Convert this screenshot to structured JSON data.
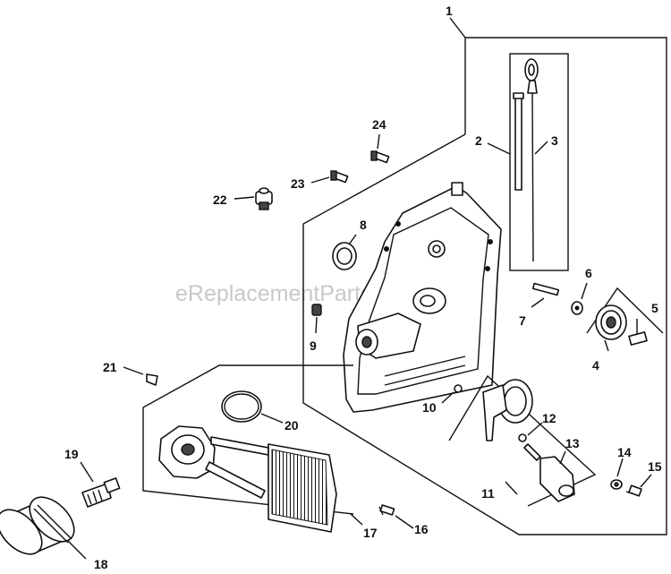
{
  "watermark": "eReplacementParts.com",
  "callouts": [
    "1",
    "2",
    "3",
    "4",
    "5",
    "6",
    "7",
    "8",
    "9",
    "10",
    "11",
    "12",
    "13",
    "14",
    "15",
    "16",
    "17",
    "18",
    "19",
    "20",
    "21",
    "22",
    "23",
    "24"
  ]
}
